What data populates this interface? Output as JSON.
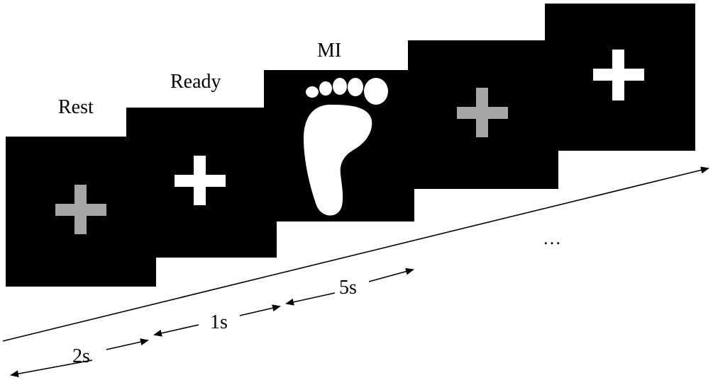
{
  "stages": [
    {
      "label": "Rest",
      "cross": "gray"
    },
    {
      "label": "Ready",
      "cross": "white"
    },
    {
      "label": "MI",
      "cue": "foot-icon"
    },
    {
      "label": "",
      "cross": "gray"
    },
    {
      "label": "",
      "cross": "white"
    }
  ],
  "durations": [
    {
      "label": "2s"
    },
    {
      "label": "1s"
    },
    {
      "label": "5s"
    }
  ],
  "ellipsis": "…",
  "colors": {
    "panel": "#000000",
    "cross_gray": "#a6a6a6",
    "cross_white": "#ffffff",
    "background": "#ffffff"
  }
}
